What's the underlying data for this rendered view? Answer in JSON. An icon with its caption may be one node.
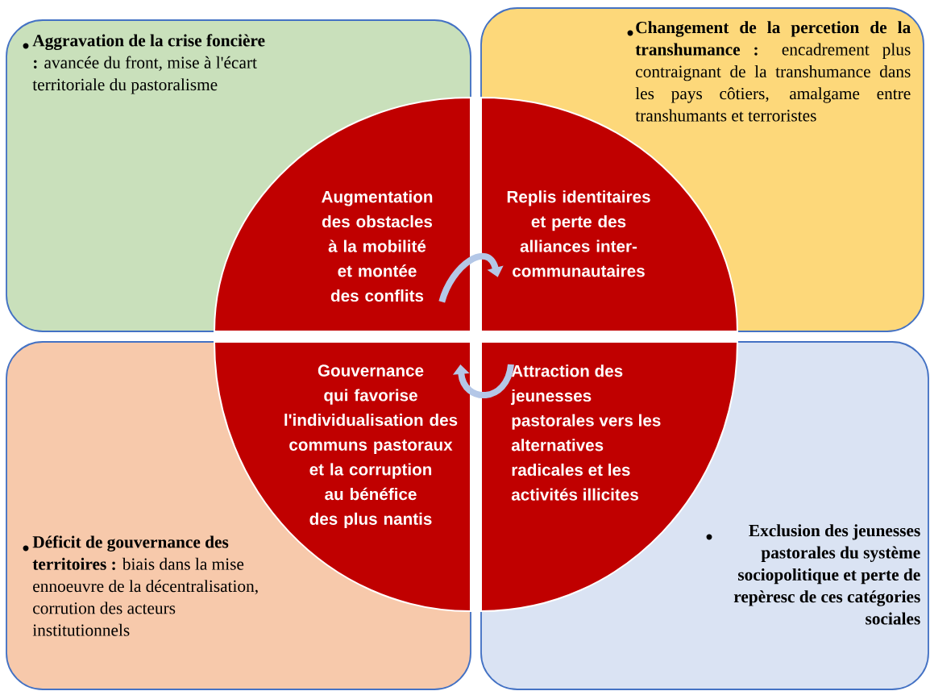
{
  "diagram": {
    "nodes": [
      {
        "text": [
          "**Aggravation de la crise foncière :** avancée du front, mise à l'écart territoriale du pastoralisme"
        ]
      },
      {
        "text": [
          "**Changement de la percetion de la transhumance :** encadrement plus contraignant de la transhumance dans les pays côtiers, amalgame entre transhumants et terroristes"
        ]
      },
      {
        "text": [
          "**Déficit de gouvernance des territoires :** biais dans la mise ennoeuvre de la décentralisation, corrution des acteurs institutionnels"
        ]
      },
      {
        "text": [
          "Exclusion des jeunesses pastorales du système sociopolitique et perte de repèresc de ces catégories sociales"
        ]
      },
      {
        "text": [
          "Augmentation des obstacles à la mobilité et montée des conflits"
        ],
        "in": 0
      },
      {
        "text": [
          "Replis identitaires et perte des alliances inter-communautaires"
        ],
        "in": 1
      },
      {
        "text": [
          "Gouvernance qui favorise l'individualisation des communs pastoraux et la corruption au bénéfice des plus nantis"
        ],
        "in": 2
      },
      {
        "text": [
          "Attraction des jeunesses pastorales vers les alternatives radicales et les activités illicites"
        ],
        "in": 3
      }
    ],
    "edges": [
      {
        "from": 4,
        "to": 5,
        "arrow": "to"
      },
      {
        "from": 7,
        "to": 6,
        "arrow": "to"
      }
    ]
  }
}
